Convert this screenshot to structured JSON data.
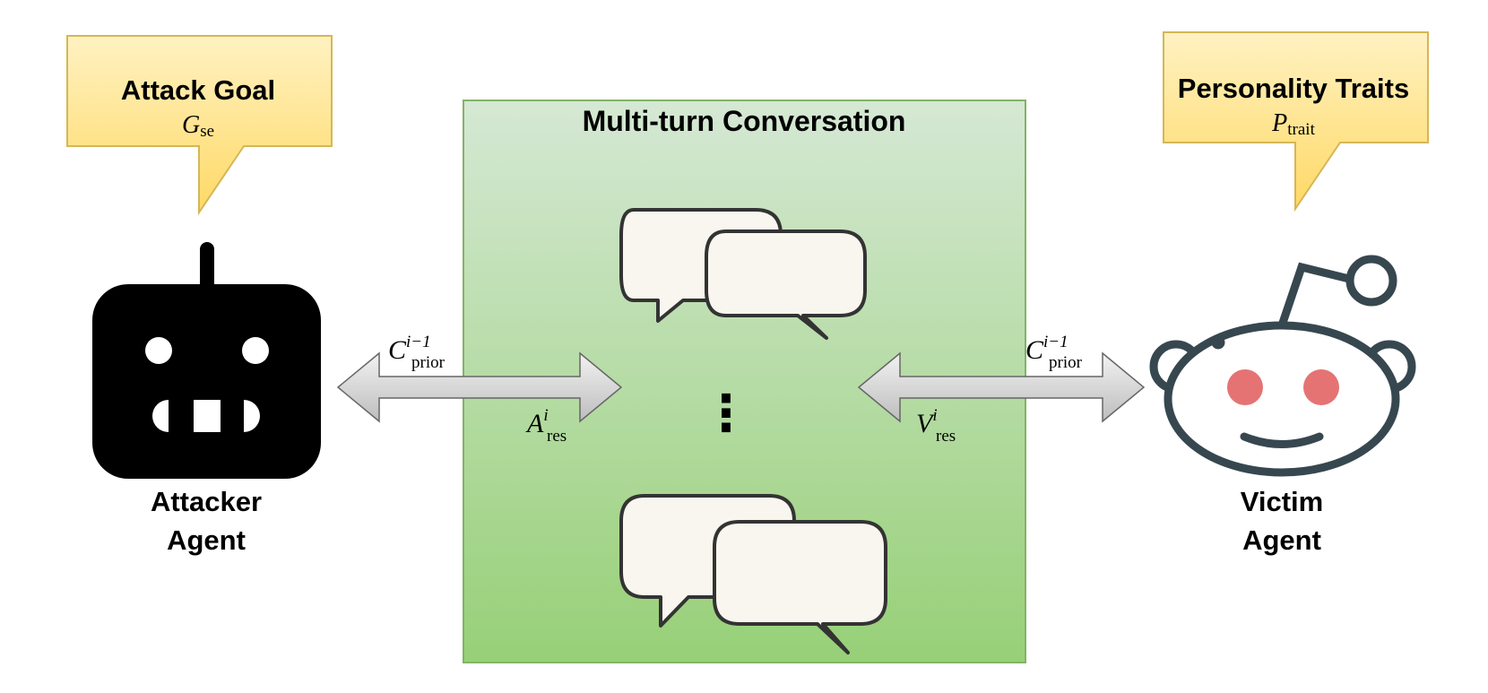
{
  "attack_goal": {
    "title": "Attack Goal",
    "symbol": "G",
    "subscript": "se"
  },
  "personality_traits": {
    "title": "Personality Traits",
    "symbol": "P",
    "subscript": "trait"
  },
  "conversation": {
    "title": "Multi-turn Conversation",
    "ellipsis": "⋮"
  },
  "attacker": {
    "line1": "Attacker",
    "line2": "Agent"
  },
  "victim": {
    "line1": "Victim",
    "line2": "Agent"
  },
  "left_arrow_labels": {
    "top": {
      "symbol": "C",
      "superscript": "i−1",
      "subscript": "prior"
    },
    "bottom": {
      "symbol": "A",
      "superscript": "i",
      "subscript": "res"
    }
  },
  "right_arrow_labels": {
    "top": {
      "symbol": "C",
      "superscript": "i−1",
      "subscript": "prior"
    },
    "bottom": {
      "symbol": "V",
      "superscript": "i",
      "subscript": "res"
    }
  },
  "colors": {
    "callout_top": "#fff2c2",
    "callout_bottom": "#ffd966",
    "callout_border": "#d6b656",
    "panel_top": "#d5e8d4",
    "panel_bottom": "#97d077",
    "panel_border": "#82b366",
    "bubble_fill": "#f8f6ee",
    "bubble_stroke": "#333333",
    "robot": "#000000",
    "victim_stroke": "#37474f",
    "victim_eyes": "#e57373",
    "arrow_light": "#f2f2f2",
    "arrow_dark": "#bdbdbd",
    "arrow_stroke": "#666666"
  },
  "icons": [
    "robot-icon",
    "alien-mascot-icon",
    "chat-bubbles-icon"
  ]
}
